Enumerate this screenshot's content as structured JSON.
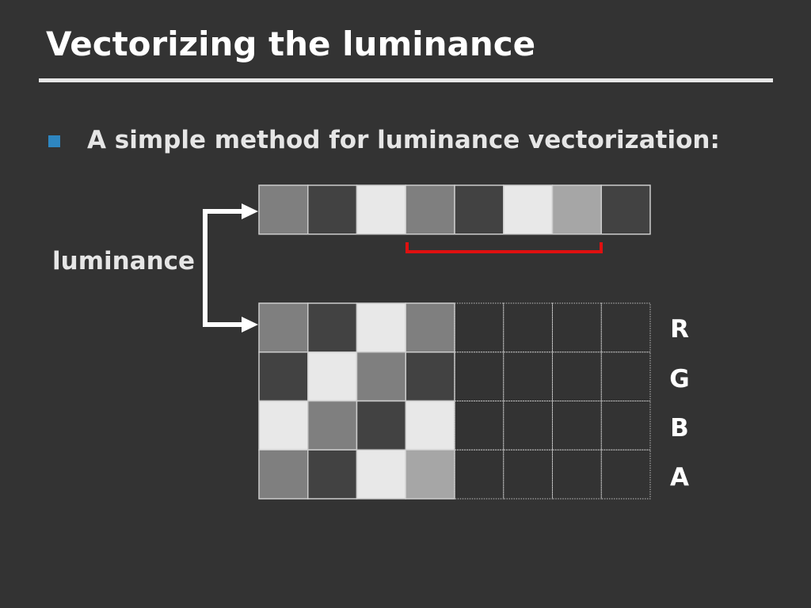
{
  "slide": {
    "title": "Vectorizing the luminance",
    "bullet": "A simple method for luminance vectorization:",
    "luminance_label": "luminance"
  },
  "channels": [
    "R",
    "G",
    "B",
    "A"
  ],
  "colors": {
    "background": "#333333",
    "title_rule": "#e6e6e6",
    "bullet_marker": "#2e86c1",
    "bracket": "#e01010",
    "arrow": "#ffffff",
    "cell_border": "#cccccc",
    "empty_cell_border": "#bfbfbf"
  },
  "luminance_row": [
    "#7f7f7f",
    "#424242",
    "#e8e8e8",
    "#7f7f7f",
    "#424242",
    "#e8e8e8",
    "#a6a6a6",
    "#424242"
  ],
  "vector_grid": [
    [
      "#7f7f7f",
      "#424242",
      "#e8e8e8",
      "#7f7f7f",
      null,
      null,
      null,
      null
    ],
    [
      "#424242",
      "#e8e8e8",
      "#7f7f7f",
      "#424242",
      null,
      null,
      null,
      null
    ],
    [
      "#e8e8e8",
      "#7f7f7f",
      "#424242",
      "#e8e8e8",
      null,
      null,
      null,
      null
    ],
    [
      "#7f7f7f",
      "#424242",
      "#e8e8e8",
      "#a6a6a6",
      null,
      null,
      null,
      null
    ]
  ]
}
